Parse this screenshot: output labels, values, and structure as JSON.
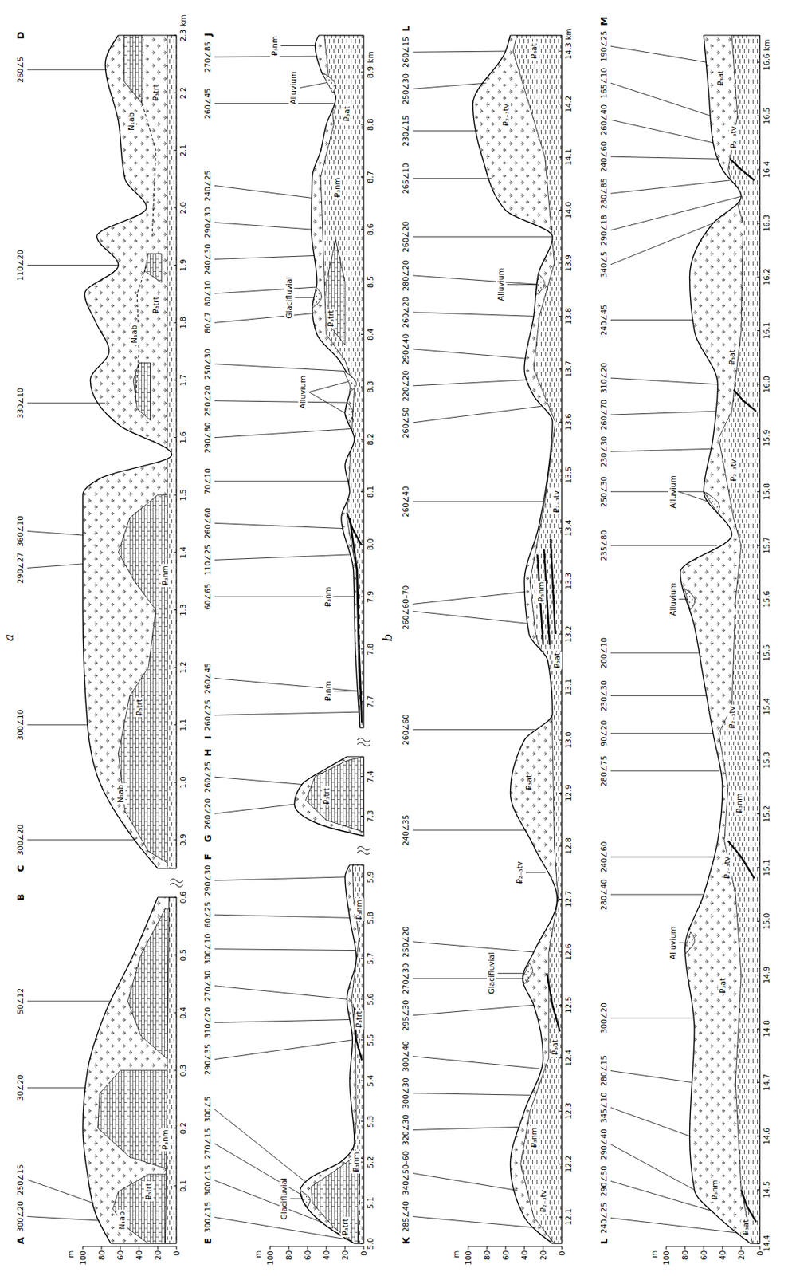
{
  "diagram": {
    "labels": [
      "a",
      "m",
      "100",
      "80",
      "60",
      "40",
      "20",
      "0",
      "A",
      "300∠20",
      "250∠15",
      "30∠20",
      "50∠12",
      "B",
      "C",
      "300∠20",
      "300∠10",
      "290∠27",
      "360∠10",
      "330∠10",
      "110∠20",
      "260∠5",
      "D",
      "N₁ab",
      "₽₃trt",
      "₽₃nm",
      "N₁ab",
      "₽₃trt",
      "₽₃nm",
      "N₁ab",
      "₽₃trt",
      "N₁ab",
      "₽₃trt",
      "0.1",
      "0.2",
      "0.3",
      "0.4",
      "0.5",
      "0.6",
      "0.9",
      "1.0",
      "1.1",
      "1.2",
      "1.3",
      "1.4",
      "1.5",
      "1.6",
      "1.7",
      "1.8",
      "1.9",
      "2.0",
      "2.1",
      "2.2",
      "2.3",
      "km",
      "m",
      "100",
      "80",
      "60",
      "40",
      "20",
      "0",
      "E",
      "300∠15",
      "300∠15",
      "270∠15",
      "300∠5",
      "290∠35",
      "310∠20",
      "270∠30",
      "300∠10",
      "60∠25",
      "290∠30",
      "F",
      "G",
      "260∠20",
      "260∠25",
      "H",
      "I",
      "260∠25",
      "260∠45",
      "60∠65",
      "110∠25",
      "260∠60",
      "70∠10",
      "290∠80",
      "250∠20",
      "250∠30",
      "80∠7",
      "80∠10",
      "240∠30",
      "290∠30",
      "240∠25",
      "260∠45",
      "270∠85",
      "J",
      "Glacifluvial",
      "₽₃trt",
      "₽₃nm",
      "₽₃trt",
      "₽₃nm",
      "₽₃trt",
      "₽₃nm",
      "₽₃nm",
      "Alluvium",
      "Glacifluvial",
      "₽₃trt",
      "₽₃nm",
      "₽₃at",
      "Alluvium",
      "₽₃nm",
      "5.0",
      "5.1",
      "5.2",
      "5.3",
      "5.4",
      "5.5",
      "5.6",
      "5.7",
      "5.8",
      "5.9",
      "7.3",
      "7.4",
      "7.7",
      "7.8",
      "7.9",
      "8.0",
      "8.1",
      "8.2",
      "8.3",
      "8.4",
      "8.5",
      "8.6",
      "8.7",
      "8.8",
      "8.9",
      "km",
      "b",
      "m",
      "100",
      "80",
      "60",
      "40",
      "20",
      "0",
      "K",
      "285∠40",
      "340∠50–60",
      "320∠30",
      "300∠30",
      "300∠40",
      "295∠30",
      "270∠30",
      "250∠20",
      "240∠35",
      "260∠60",
      "260∠60–70",
      "260∠40",
      "260∠50",
      "220∠20",
      "290∠40",
      "260∠20",
      "280∠20",
      "260∠20",
      "265∠10",
      "230∠15",
      "250∠30",
      "260∠15",
      "L",
      "₽₂₋₃tv",
      "₽₃nm",
      "₽₃at",
      "Glacifluvial",
      "₽₂₋₃tv",
      "₽₃at",
      "₽₃at",
      "₽₃nm",
      "₽₂₋₃tv",
      "Alluvium",
      "₽₂₋₃tv",
      "₽₃at",
      "12.1",
      "12.2",
      "12.3",
      "12.4",
      "12.5",
      "12.6",
      "12.7",
      "12.8",
      "12.9",
      "13.0",
      "13.1",
      "13.2",
      "13.3",
      "13.4",
      "13.5",
      "13.6",
      "13.7",
      "13.8",
      "13.9",
      "14.0",
      "14.1",
      "14.2",
      "14.3",
      "km",
      "m",
      "100",
      "80",
      "60",
      "40",
      "20",
      "0",
      "L",
      "240∠25",
      "290∠50",
      "290∠40",
      "345∠10",
      "280∠15",
      "300∠20",
      "280∠40",
      "240∠60",
      "280∠75",
      "90∠20",
      "230∠30",
      "200∠10",
      "235∠80",
      "250∠30",
      "230∠30",
      "260∠70",
      "310∠20",
      "240∠45",
      "340∠5",
      "290∠18",
      "280∠85",
      "240∠60",
      "260∠40",
      "165∠10",
      "190∠25",
      "M",
      "₽₃at",
      "₽₃nm",
      "Alluvium",
      "₽₃at",
      "₽₂₋₃tv",
      "₽₃nm",
      "₽₂₋₃tv",
      "Alluvium",
      "Alluvium",
      "₽₂₋₃tv",
      "₽₃at",
      "₽₂₋₃tv",
      "₽₃at",
      "14.4",
      "14.5",
      "14.6",
      "14.7",
      "14.8",
      "14.9",
      "15.0",
      "15.1",
      "15.2",
      "15.3",
      "15.4",
      "15.5",
      "15.6",
      "15.7",
      "15.8",
      "15.9",
      "16.0",
      "16.1",
      "16.2",
      "16.3",
      "16.4",
      "16.5",
      "16.6",
      "km"
    ]
  }
}
